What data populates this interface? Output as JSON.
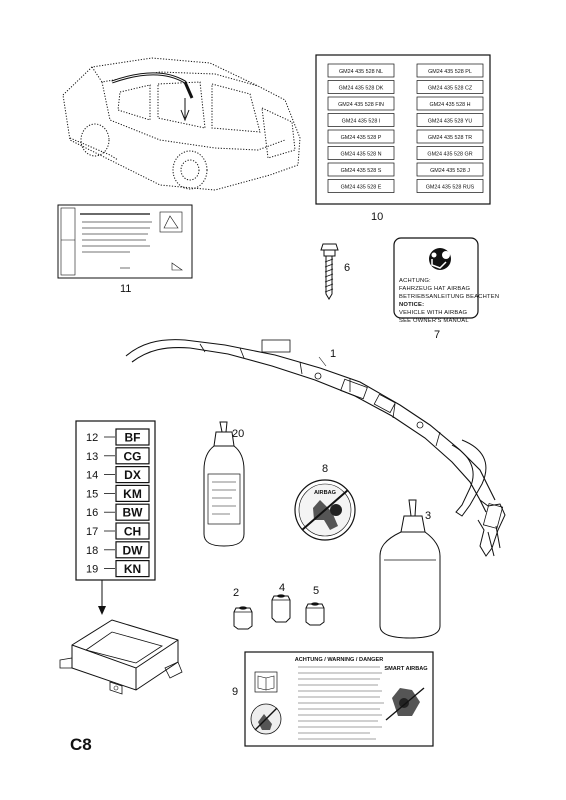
{
  "page": {
    "code": "C8"
  },
  "callouts": {
    "c1": "1",
    "c2": "2",
    "c3": "3",
    "c4": "4",
    "c5": "5",
    "c6": "6",
    "c7": "7",
    "c8": "8",
    "c9": "9",
    "c10": "10",
    "c11": "11",
    "c20": "20"
  },
  "label_table": {
    "left": [
      "GM24 435 528 NL",
      "GM24 435 528 DK",
      "GM24 435 528 FIN",
      "GM24 435 528 I",
      "GM24 435 528 P",
      "GM24 435 528 N",
      "GM24 435 528 S",
      "GM24 435 528 E"
    ],
    "right": [
      "GM24 435 528 PL",
      "GM24 435 528 CZ",
      "GM24 435 528 H",
      "GM24 435 528 YU",
      "GM24 435 528 TR",
      "GM24 435 528 GR",
      "GM24 435 528 J",
      "GM24 435 528 RUS"
    ]
  },
  "sticker7": {
    "line1": "ACHTUNG:",
    "line2": "FAHRZEUG HAT AIRBAG",
    "line3": "BETRIEBSANLEITUNG BEACHTEN",
    "line4": "NOTICE:",
    "line5": "VEHICLE WITH AIRBAG",
    "line6": "SEE OWNER'S MANUAL"
  },
  "sticker8": {
    "text": "AIRBAG"
  },
  "label9": {
    "title": "ACHTUNG / WARNING / DANGER",
    "badge": "SMART AIRBAG"
  },
  "code_rows": [
    {
      "num": "12",
      "code": "BF"
    },
    {
      "num": "13",
      "code": "CG"
    },
    {
      "num": "14",
      "code": "DX"
    },
    {
      "num": "15",
      "code": "KM"
    },
    {
      "num": "16",
      "code": "BW"
    },
    {
      "num": "17",
      "code": "CH"
    },
    {
      "num": "18",
      "code": "DW"
    },
    {
      "num": "19",
      "code": "KN"
    }
  ]
}
